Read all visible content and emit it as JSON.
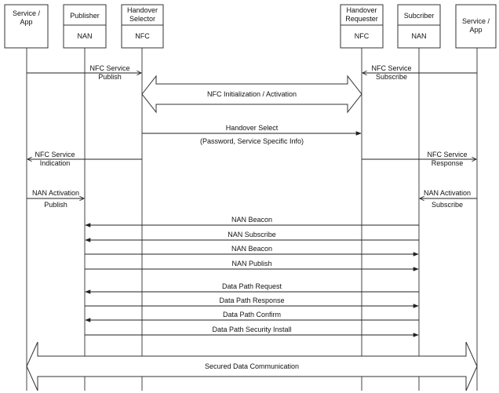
{
  "participants": [
    {
      "id": "svc_left",
      "lines": [
        "Service /",
        "App"
      ],
      "sub": ""
    },
    {
      "id": "publisher",
      "lines": [
        "Publisher"
      ],
      "sub": "NAN"
    },
    {
      "id": "hs",
      "lines": [
        "Handover",
        "Selector"
      ],
      "sub": "NFC"
    },
    {
      "id": "hr",
      "lines": [
        "Handover",
        "Requester"
      ],
      "sub": "NFC"
    },
    {
      "id": "subscriber",
      "lines": [
        "Subcriber"
      ],
      "sub": "NAN"
    },
    {
      "id": "svc_right",
      "lines": [
        "Service /",
        "App"
      ],
      "sub": ""
    }
  ],
  "messages": [
    {
      "id": "nfc-service-publish",
      "from": "svc_left",
      "to": "hs",
      "lines": [
        "NFC Service",
        "Publish"
      ]
    },
    {
      "id": "nfc-service-subscribe",
      "from": "svc_right",
      "to": "hr",
      "lines": [
        "NFC Service",
        "Subscribe"
      ]
    },
    {
      "id": "handover-select",
      "from": "hs",
      "to": "hr",
      "lines": [
        "Handover Select",
        "(Password, Service Specific Info)"
      ]
    },
    {
      "id": "nfc-service-indication",
      "from": "hs",
      "to": "svc_left",
      "lines": [
        "NFC Service",
        "Indication"
      ]
    },
    {
      "id": "nfc-service-response",
      "from": "hr",
      "to": "svc_right",
      "lines": [
        "NFC Service",
        "Response"
      ]
    },
    {
      "id": "nan-activation-publish",
      "from": "svc_left",
      "to": "publisher",
      "lines": [
        "NAN Activation",
        "Publish"
      ]
    },
    {
      "id": "nan-activation-subscribe",
      "from": "svc_right",
      "to": "subscriber",
      "lines": [
        "NAN Activation",
        "Subscribe"
      ]
    },
    {
      "id": "nan-beacon-1",
      "from": "subscriber",
      "to": "publisher",
      "lines": [
        "NAN Beacon"
      ]
    },
    {
      "id": "nan-subscribe",
      "from": "subscriber",
      "to": "publisher",
      "lines": [
        "NAN Subscribe"
      ]
    },
    {
      "id": "nan-beacon-2",
      "from": "publisher",
      "to": "subscriber",
      "lines": [
        "NAN Beacon"
      ]
    },
    {
      "id": "nan-publish",
      "from": "publisher",
      "to": "subscriber",
      "lines": [
        "NAN Publish"
      ]
    },
    {
      "id": "data-path-request",
      "from": "subscriber",
      "to": "publisher",
      "lines": [
        "Data Path Request"
      ]
    },
    {
      "id": "data-path-response",
      "from": "publisher",
      "to": "subscriber",
      "lines": [
        "Data Path Response"
      ]
    },
    {
      "id": "data-path-confirm",
      "from": "subscriber",
      "to": "publisher",
      "lines": [
        "Data Path Confirm"
      ]
    },
    {
      "id": "data-path-security-install",
      "from": "publisher",
      "to": "subscriber",
      "lines": [
        "Data Path Security Install"
      ]
    }
  ],
  "bidirectional": [
    {
      "id": "nfc-init-activation",
      "from": "hs",
      "to": "hr",
      "label": "NFC Initialization / Activation"
    },
    {
      "id": "secured-data-communication",
      "from": "svc_left",
      "to": "svc_right",
      "label": "Secured Data Communication"
    }
  ]
}
